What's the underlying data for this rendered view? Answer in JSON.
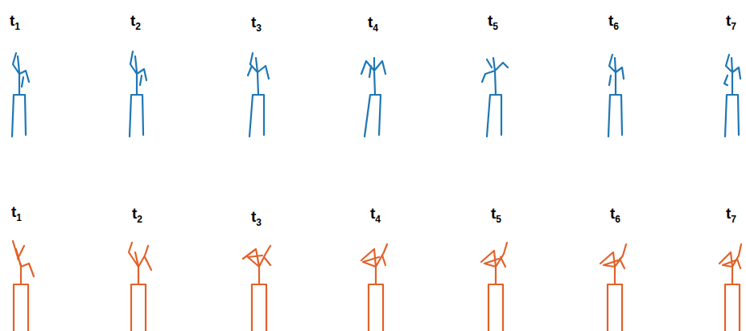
{
  "diagram": {
    "labels": [
      "t1",
      "t2",
      "t3",
      "t4",
      "t5",
      "t6",
      "t7",
      "t1",
      "t2",
      "t3",
      "t4",
      "t5",
      "t6",
      "t7"
    ]
  }
}
